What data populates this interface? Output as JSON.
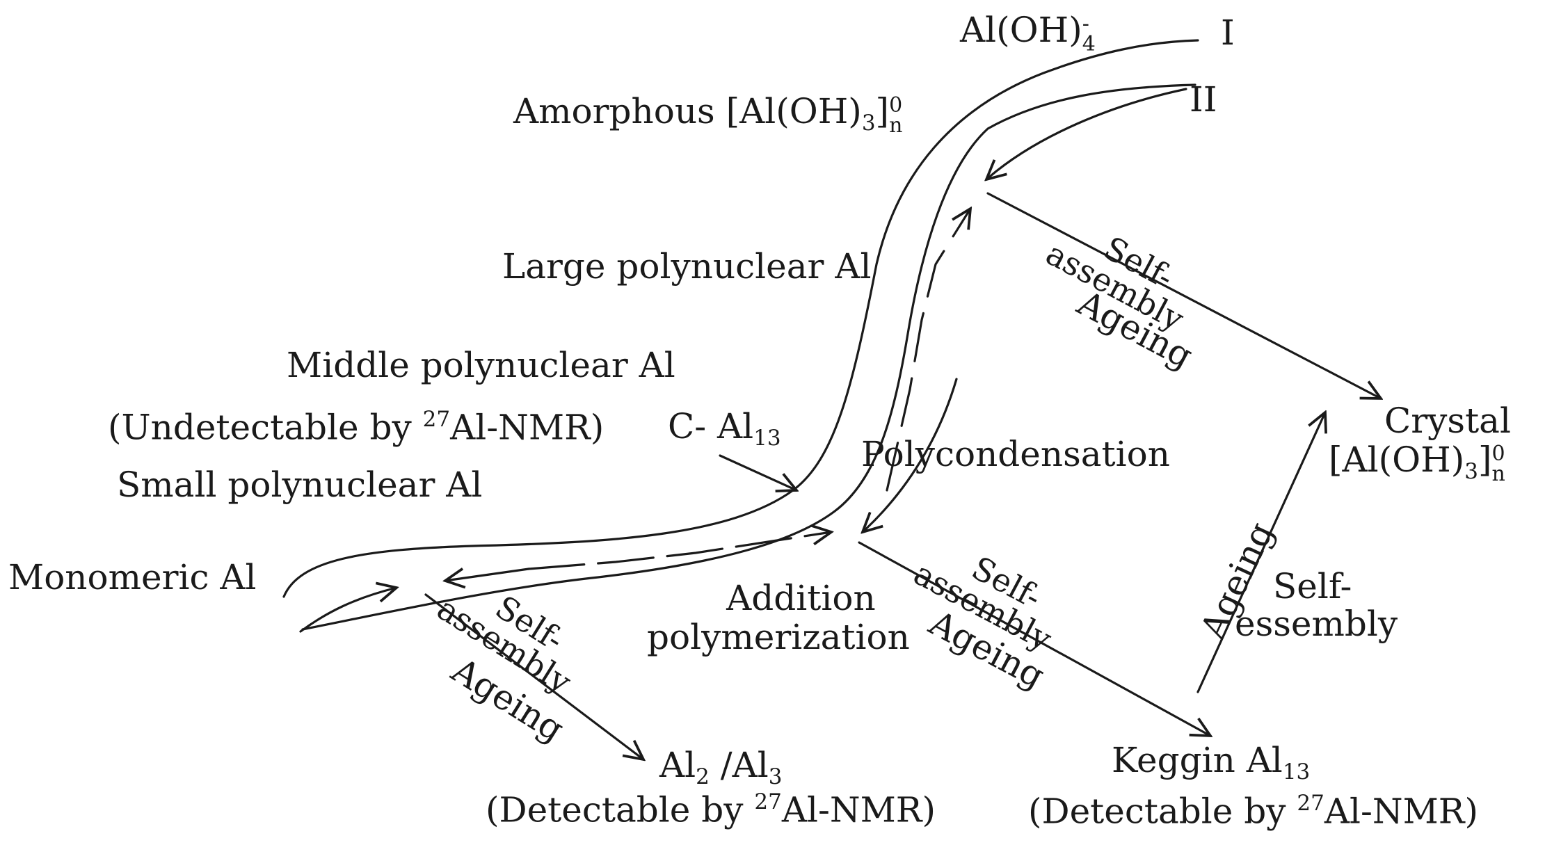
{
  "species": {
    "aluminate": {
      "prefix": "Al(OH)",
      "sub": "4",
      "sup": "-"
    },
    "path_I": "I",
    "path_II": "II",
    "amorphous": {
      "prefix": "Amorphous [Al(OH)",
      "sub": "3",
      "close": "]",
      "sup": "0",
      "sub2": "n"
    },
    "large_poly": "Large polynuclear Al",
    "middle_poly": "Middle polynuclear Al",
    "undetectable": {
      "prefix": "(Undetectable by ",
      "sup": "27",
      "suffix": "Al-NMR)"
    },
    "c_al13": {
      "prefix": "C- Al",
      "sub": "13"
    },
    "small_poly": "Small polynuclear Al",
    "monomeric": "Monomeric Al",
    "crystal": {
      "line1": "Crystal",
      "prefix": "[Al(OH)",
      "sub": "3",
      "close": "]",
      "sup": "0",
      "sub2": "n"
    },
    "al2_al3": {
      "a": "Al",
      "a_sub": "2",
      "mid": " /Al",
      "b_sub": "3"
    },
    "detectable_left": {
      "prefix": "(Detectable by ",
      "sup": "27",
      "suffix": "Al-NMR)"
    },
    "keggin": {
      "prefix": "Keggin Al",
      "sub": "13"
    },
    "detectable_right": {
      "prefix": "(Detectable by ",
      "sup": "27",
      "suffix": "Al-NMR)"
    }
  },
  "processes": {
    "polycondensation": "Polycondensation",
    "addition": {
      "line1": "Addition",
      "line2": "polymerization"
    },
    "self_assembly_upper": {
      "self": "Self-",
      "assembly": "assembly"
    },
    "ageing_upper": "Ageing",
    "self_assembly_mid": {
      "self": "Self-",
      "assembly": "assembly"
    },
    "ageing_mid": "Ageing",
    "self_assembly_low": {
      "self": "Self-",
      "assembly": "assembly"
    },
    "ageing_low": "Ageing",
    "ageing_vertical": "Ageing",
    "self_essembly": {
      "line1": "Self-",
      "line2": "essembly"
    }
  },
  "colors": {
    "ink": "#1a1a1a",
    "background": "#ffffff"
  }
}
